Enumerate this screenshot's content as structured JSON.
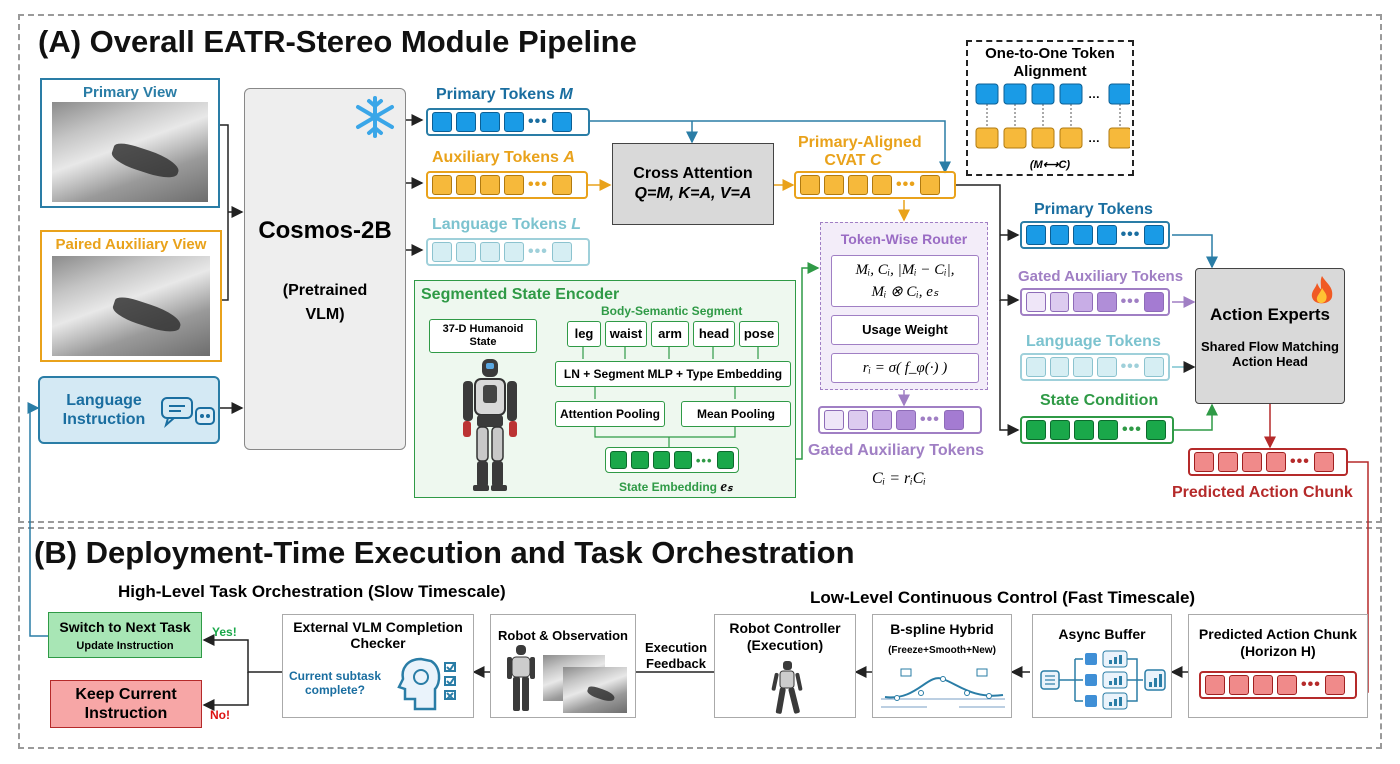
{
  "section_a": {
    "title": "(A)  Overall EATR-Stereo Module Pipeline",
    "primary_view": "Primary View",
    "aux_view": "Paired Auxiliary View",
    "language_instruction": "Language Instruction",
    "cosmos_title": "Cosmos-2B",
    "cosmos_sub": "(Pretrained VLM)",
    "primary_tokens": "Primary Tokens",
    "primary_tokens_var": "M",
    "aux_tokens": "Auxiliary Tokens",
    "aux_tokens_var": "A",
    "lang_tokens": "Language Tokens",
    "lang_tokens_var": "L",
    "cross_attn_title": "Cross Attention",
    "cross_attn_sub": "Q=M, K=A, V=A",
    "cvat_line1": "Primary-Aligned",
    "cvat_line2": "CVAT",
    "cvat_var": "C",
    "alignment_title": "One-to-One Token Alignment",
    "alignment_caption": "(M⟷C)",
    "router_title": "Token-Wise Router",
    "router_formula1": "Mᵢ, Cᵢ, |Mᵢ − Cᵢ|,",
    "router_formula2": "Mᵢ ⊗ Cᵢ, eₛ",
    "usage_weight": "Usage Weight",
    "router_formula3": "rᵢ = σ( f_φ(·) )",
    "gated_tokens_label": "Gated Auxiliary Tokens",
    "gated_formula": "Cᵢ = rᵢCᵢ",
    "encoder_title": "Segmented State Encoder",
    "body_segment": "Body-Semantic Segment",
    "humanoid_state": "37-D Humanoid State",
    "segments": [
      "leg",
      "waist",
      "arm",
      "head",
      "pose"
    ],
    "ln_mlp": "LN + Segment MLP + Type Embedding",
    "attn_pool": "Attention Pooling",
    "mean_pool": "Mean Pooling",
    "state_embedding": "State Embedding",
    "state_embedding_var": "eₛ",
    "right_primary": "Primary Tokens",
    "right_gated": "Gated Auxiliary Tokens",
    "right_language": "Language Tokens",
    "right_state": "State Condition",
    "action_experts": "Action Experts",
    "action_sub": "Shared Flow Matching Action Head",
    "predicted_chunk": "Predicted Action Chunk"
  },
  "section_b": {
    "title": "(B) Deployment-Time Execution and Task Orchestration",
    "high_level": "High-Level Task Orchestration (Slow Timescale)",
    "low_level": "Low-Level Continuous Control (Fast Timescale)",
    "switch_task": "Switch to Next Task",
    "update_instruction": "Update Instruction",
    "yes": "Yes!",
    "keep_current": "Keep Current Instruction",
    "no": "No!",
    "vlm_checker": "External VLM Completion Checker",
    "subtask_q": "Current subtask complete?",
    "robot_obs": "Robot & Observation",
    "exec_feedback": "Execution Feedback",
    "robot_controller": "Robot Controller (Execution)",
    "bspline": "B-spline Hybrid",
    "bspline_sub": "(Freeze+Smooth+New)",
    "async_buffer": "Async Buffer",
    "pred_chunk": "Predicted Action Chunk (Horizon H)"
  },
  "colors": {
    "primary": "#1a9be6",
    "auxiliary": "#f6b93b",
    "language": "#cfe9ef",
    "gated": "#b49ad8",
    "state": "#1aa84a",
    "predicted": "#f08a8a",
    "green_box": "#a8e6b5",
    "red_box": "#f7a6a6"
  }
}
